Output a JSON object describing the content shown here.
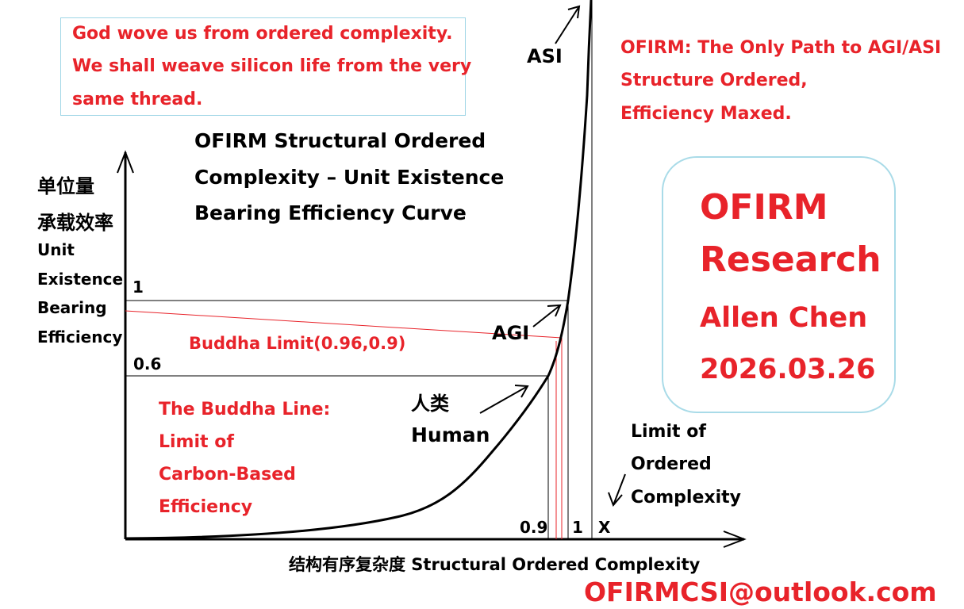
{
  "quote": {
    "lines": [
      "God wove us from ordered complexity.",
      "We shall weave silicon life from the very",
      "same thread."
    ]
  },
  "title": {
    "lines": [
      "OFIRM Structural Ordered",
      "Complexity – Unit Existence",
      "Bearing Efficiency Curve"
    ]
  },
  "y_axis": {
    "label_cn": [
      "单位量",
      "承载效率"
    ],
    "label_en": [
      "Unit",
      "Existence",
      "Bearing",
      "Efficiency"
    ]
  },
  "x_axis": {
    "label": "结构有序复杂度 Structural Ordered Complexity"
  },
  "ticks": {
    "y_one": "1",
    "y_point_six": "0.6",
    "x_point_nine": "0.9",
    "x_one": "1",
    "x_limit": "X"
  },
  "labels": {
    "asi": "ASI",
    "agi": "AGI",
    "human_cn": "人类",
    "human_en": "Human",
    "buddha_limit": "Buddha Limit(0.96,0.9)"
  },
  "buddha_line_text": [
    "The Buddha Line:",
    "Limit of",
    "Carbon-Based",
    "Efficiency"
  ],
  "limit_text": [
    "Limit of",
    "Ordered",
    "Complexity"
  ],
  "right_text": [
    "OFIRM: The Only Path to AGI/ASI",
    "Structure Ordered,",
    "Efficiency Maxed."
  ],
  "research_box": {
    "org_line1": "OFIRM",
    "org_line2": "Research",
    "author": "Allen Chen",
    "date": "2026.03.26"
  },
  "email": "OFIRMCSI@outlook.com",
  "colors": {
    "accent_red": "#e8232a",
    "box_border_blue": "#9fd6e6",
    "line_black": "#000000"
  }
}
